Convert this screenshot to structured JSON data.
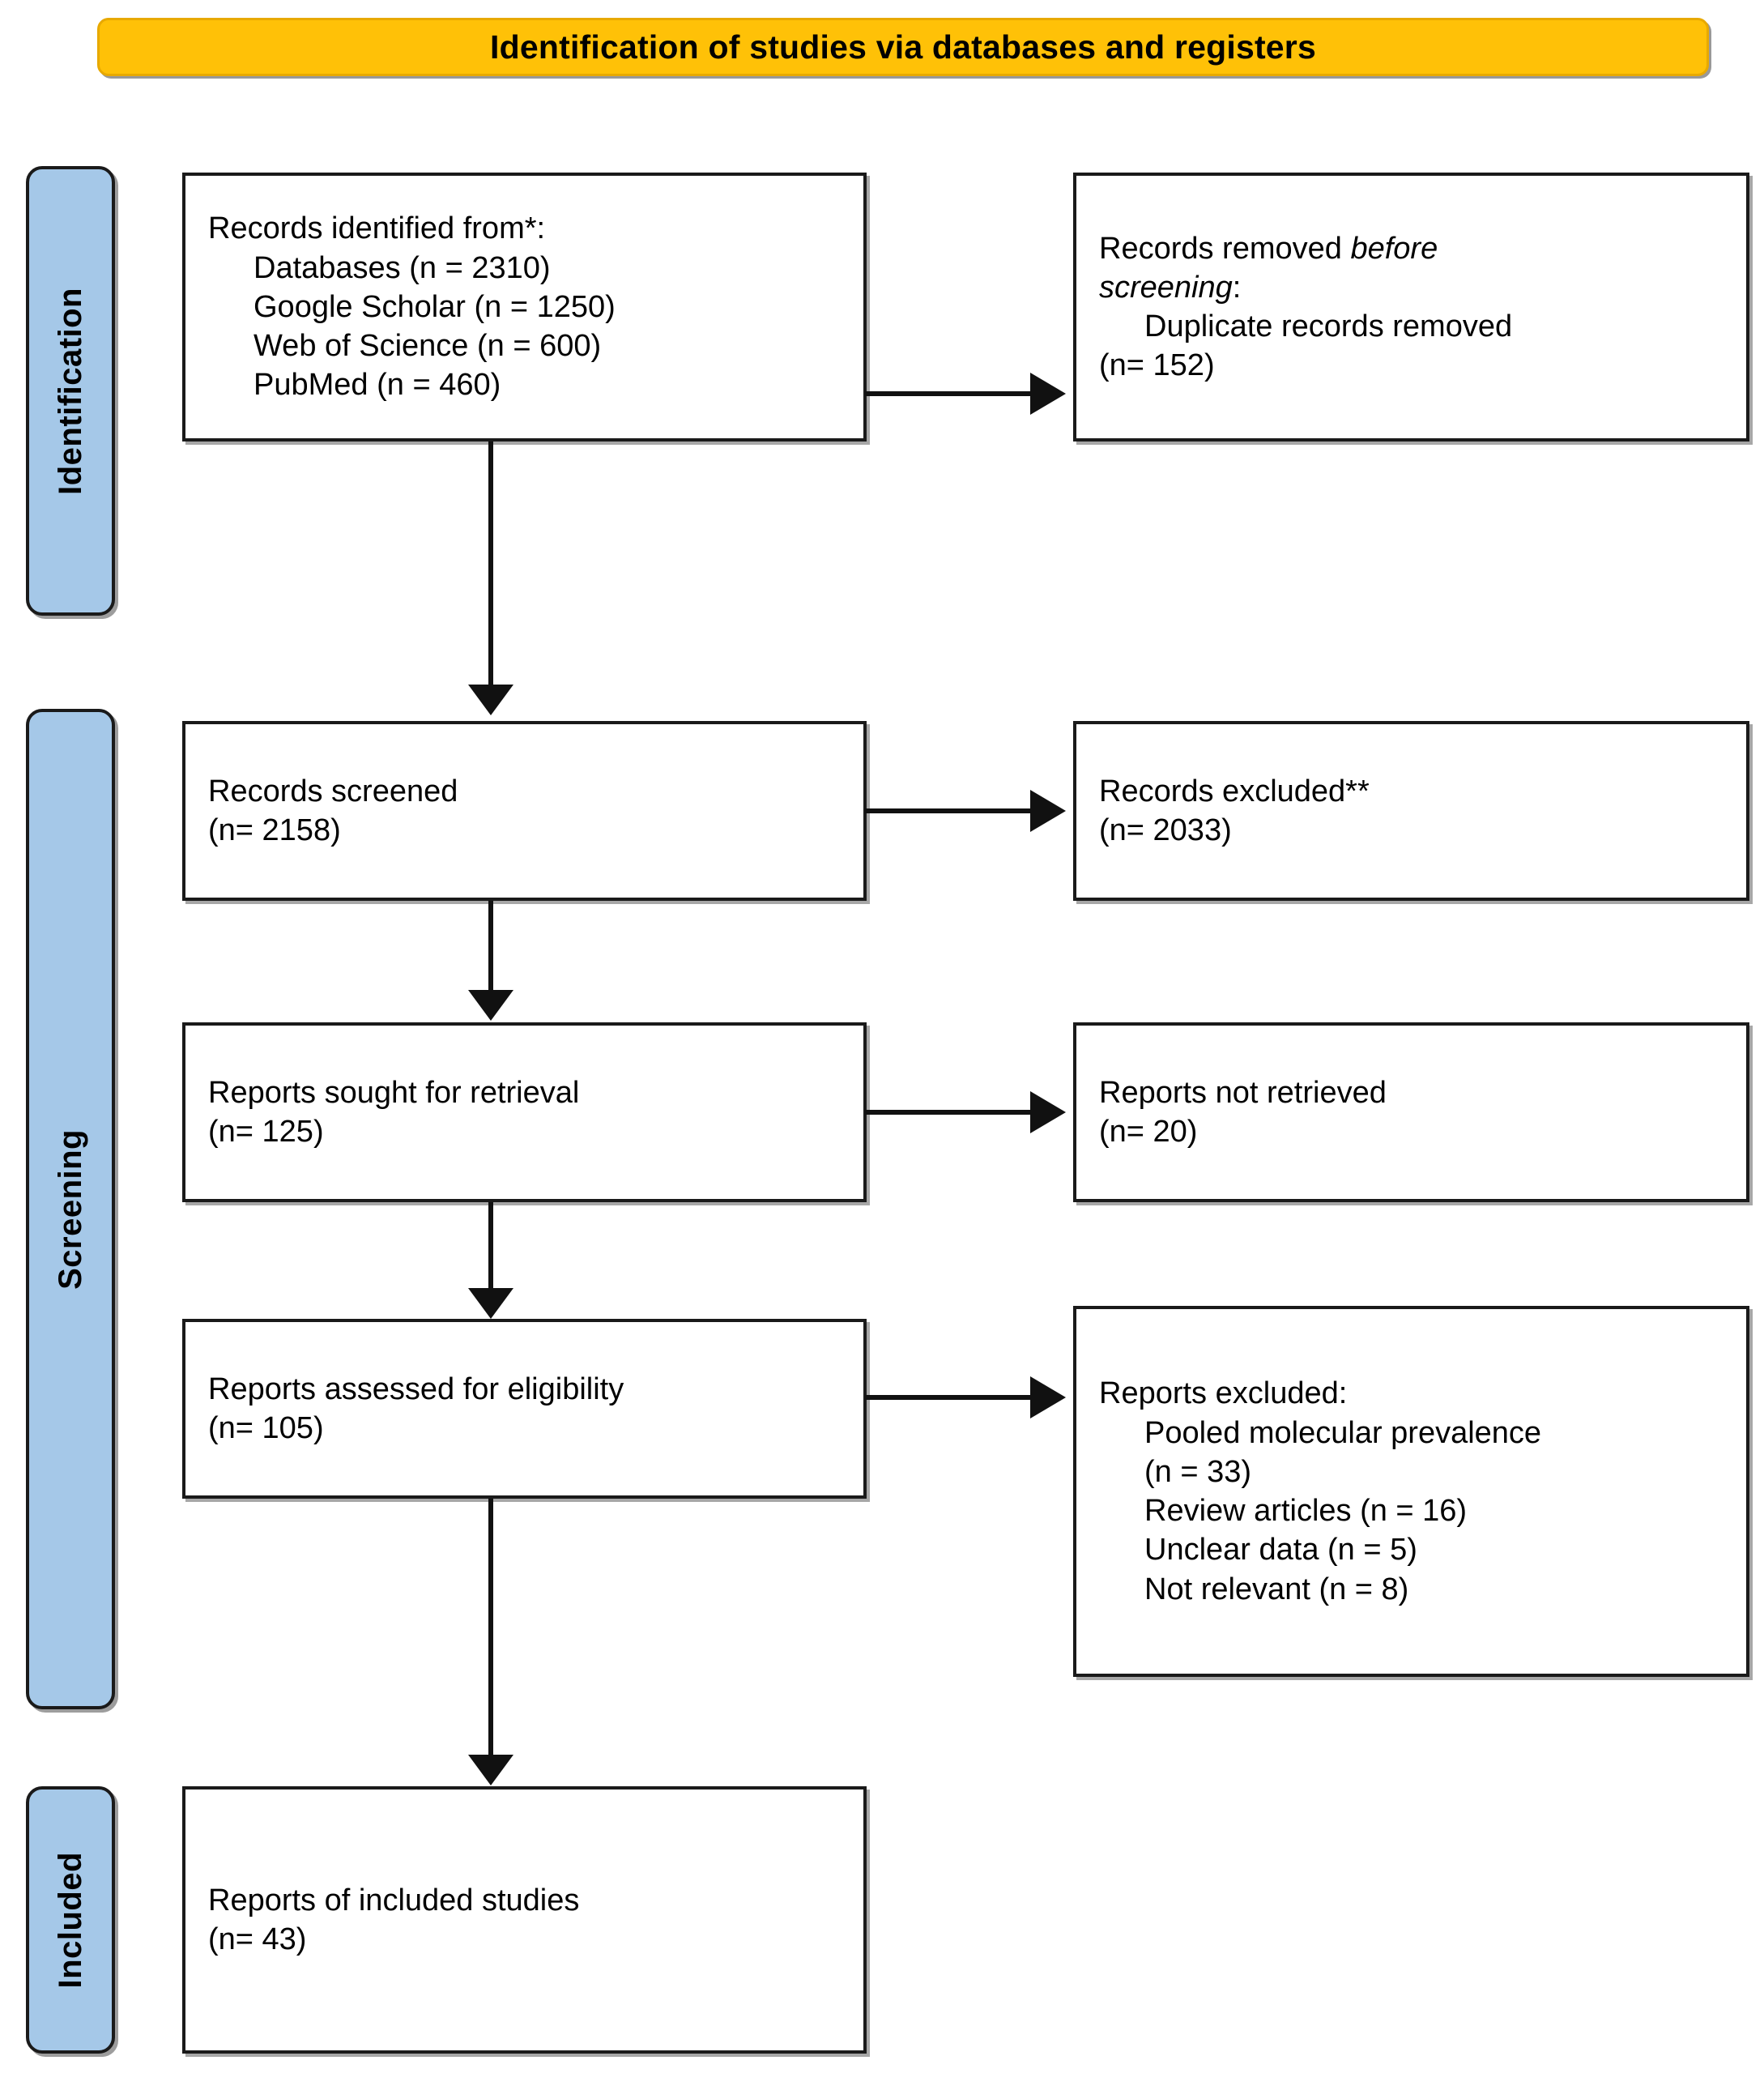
{
  "banner": {
    "title": "Identification of studies via databases and registers",
    "background_color": "#FFC107"
  },
  "stages": {
    "identification": "Identification",
    "screening": "Screening",
    "included": "Included",
    "background_color": "#A5C8E8"
  },
  "boxes": {
    "identified": {
      "heading": "Records identified from*:",
      "items": [
        "Databases (n = 2310)",
        "Google Scholar (n = 1250)",
        "Web of Science (n = 600)",
        "PubMed (n = 460)"
      ]
    },
    "removed": {
      "heading_plain": "Records removed ",
      "heading_italic_1": "before",
      "heading_italic_2": "screening",
      "heading_colon": ":",
      "items": [
        "Duplicate records removed",
        "(n= 152)"
      ]
    },
    "screened": {
      "heading": "Records screened",
      "count": "(n= 2158)"
    },
    "excluded": {
      "heading": "Records excluded**",
      "count": "(n= 2033)"
    },
    "sought": {
      "heading": "Reports sought for retrieval",
      "count": "(n= 125)"
    },
    "not_retrieved": {
      "heading": "Reports not retrieved",
      "count": "(n= 20)"
    },
    "assessed": {
      "heading": "Reports assessed for eligibility",
      "count": "(n= 105)"
    },
    "reports_excluded": {
      "heading": "Reports excluded:",
      "items": [
        "Pooled molecular prevalence",
        "(n = 33)",
        "Review articles (n = 16)",
        "Unclear data (n = 5)",
        "Not relevant (n = 8)"
      ]
    },
    "included_studies": {
      "heading": "Reports of included studies",
      "count": "(n= 43)"
    }
  }
}
